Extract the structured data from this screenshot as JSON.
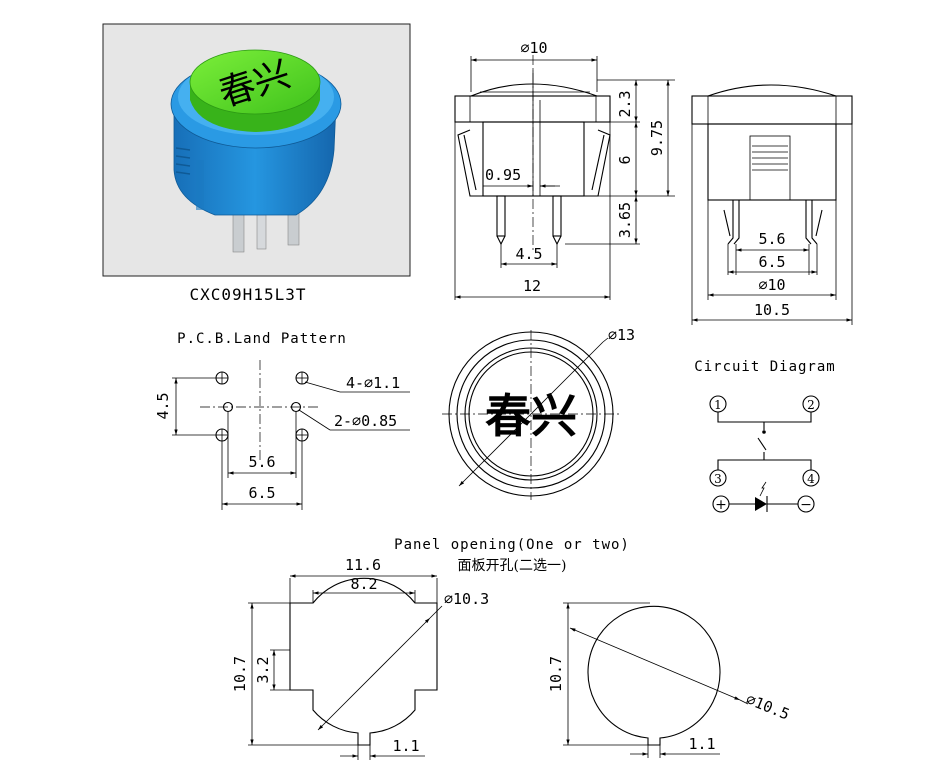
{
  "product": {
    "part_number": "CXC09H15L3T",
    "cap_text": "春兴",
    "colors": {
      "cap": "#55dd2a",
      "cap_text": "#c800c8",
      "body": "#1e8fd8",
      "body_dark": "#146bb0",
      "bezel": "#3aa6ea",
      "pins": "#cfd3d6"
    }
  },
  "front_view": {
    "dims": {
      "top_width": "⌀10",
      "pin_width": "0.95",
      "pin_spacing": "4.5",
      "overall_width": "12",
      "h1": "2.3",
      "h2": "6",
      "h3": "3.65",
      "total_height": "9.75"
    }
  },
  "side_view": {
    "dims": {
      "inner": "5.6",
      "outer": "6.5",
      "diameter": "⌀10",
      "width": "10.5"
    }
  },
  "pcb": {
    "title": "P.C.B.Land Pattern",
    "dims": {
      "height": "4.5",
      "hole_large": "4-⌀1.1",
      "hole_small": "2-⌀0.85",
      "span_inner": "5.6",
      "span_outer": "6.5"
    }
  },
  "top_view": {
    "diameter": "⌀13",
    "text": "春兴"
  },
  "circuit": {
    "title": "Circuit Diagram",
    "pins": [
      "1",
      "2",
      "3",
      "4"
    ],
    "plus": "+",
    "minus": "−"
  },
  "panel": {
    "title_en": "Panel opening(One or two)",
    "title_cn": "面板开孔(二选一)",
    "left": {
      "w_outer": "11.6",
      "w_inner": "8.2",
      "diameter": "⌀10.3",
      "height": "10.7",
      "notch": "3.2",
      "key": "1.1"
    },
    "right": {
      "height": "10.7",
      "diameter": "⌀10.5",
      "key": "1.1"
    }
  }
}
